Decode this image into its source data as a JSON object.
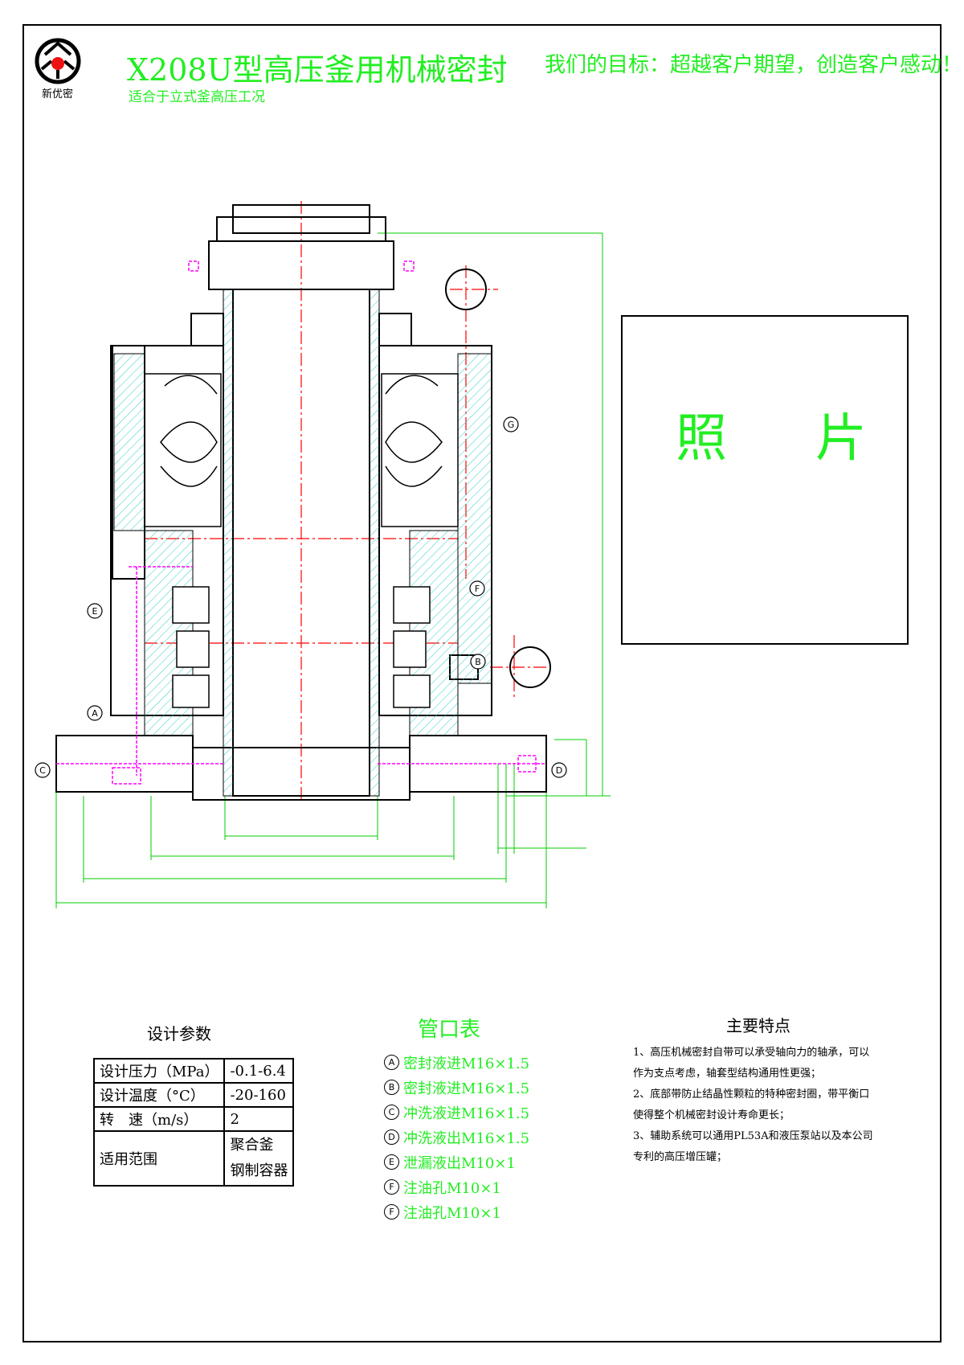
{
  "header": {
    "logo_text": "新优密",
    "title": "X208U型高压釜用机械密封",
    "subtitle": "适合于立式釜高压工况",
    "slogan": "我们的目标：超越客户期望，创造客户感动！"
  },
  "photo": {
    "char1": "照",
    "char2": "片"
  },
  "drawing": {
    "port_labels": [
      "A",
      "B",
      "C",
      "D",
      "E",
      "F",
      "G"
    ],
    "colors": {
      "outline": "#000000",
      "center": "#ff0000",
      "dimension": "#00cc00",
      "pipe": "#ff00ff",
      "hatch": "#33cccc"
    }
  },
  "params": {
    "title": "设计参数",
    "rows": [
      {
        "label": "设计压力（MPa）",
        "value": "-0.1-6.4"
      },
      {
        "label": "设计温度（°C）",
        "value": "-20-160"
      },
      {
        "label": "转　速（m/s）",
        "value": "2"
      }
    ],
    "scope_label": "适用范围",
    "scope_values": [
      "聚合釜",
      "钢制容器"
    ]
  },
  "ports": {
    "title": "管口表",
    "items": [
      {
        "mark": "A",
        "text": "密封液进M16×1.5"
      },
      {
        "mark": "B",
        "text": "密封液进M16×1.5"
      },
      {
        "mark": "C",
        "text": "冲洗液进M16×1.5"
      },
      {
        "mark": "D",
        "text": "冲洗液出M16×1.5"
      },
      {
        "mark": "E",
        "text": "泄漏液出M10×1"
      },
      {
        "mark": "F",
        "text": "注油孔M10×1"
      },
      {
        "mark": "F",
        "text": "注油孔M10×1"
      }
    ]
  },
  "features": {
    "title": "主要特点",
    "items": [
      "1、高压机械密封自带可以承受轴向力的轴承，可以作为支点考虑，轴套型结构通用性更强；",
      "2、底部带防止结晶性颗粒的特种密封圈，带平衡口使得整个机械密封设计寿命更长；",
      "3、辅助系统可以通用PL53A和液压泵站以及本公司专利的高压增压罐；"
    ]
  }
}
